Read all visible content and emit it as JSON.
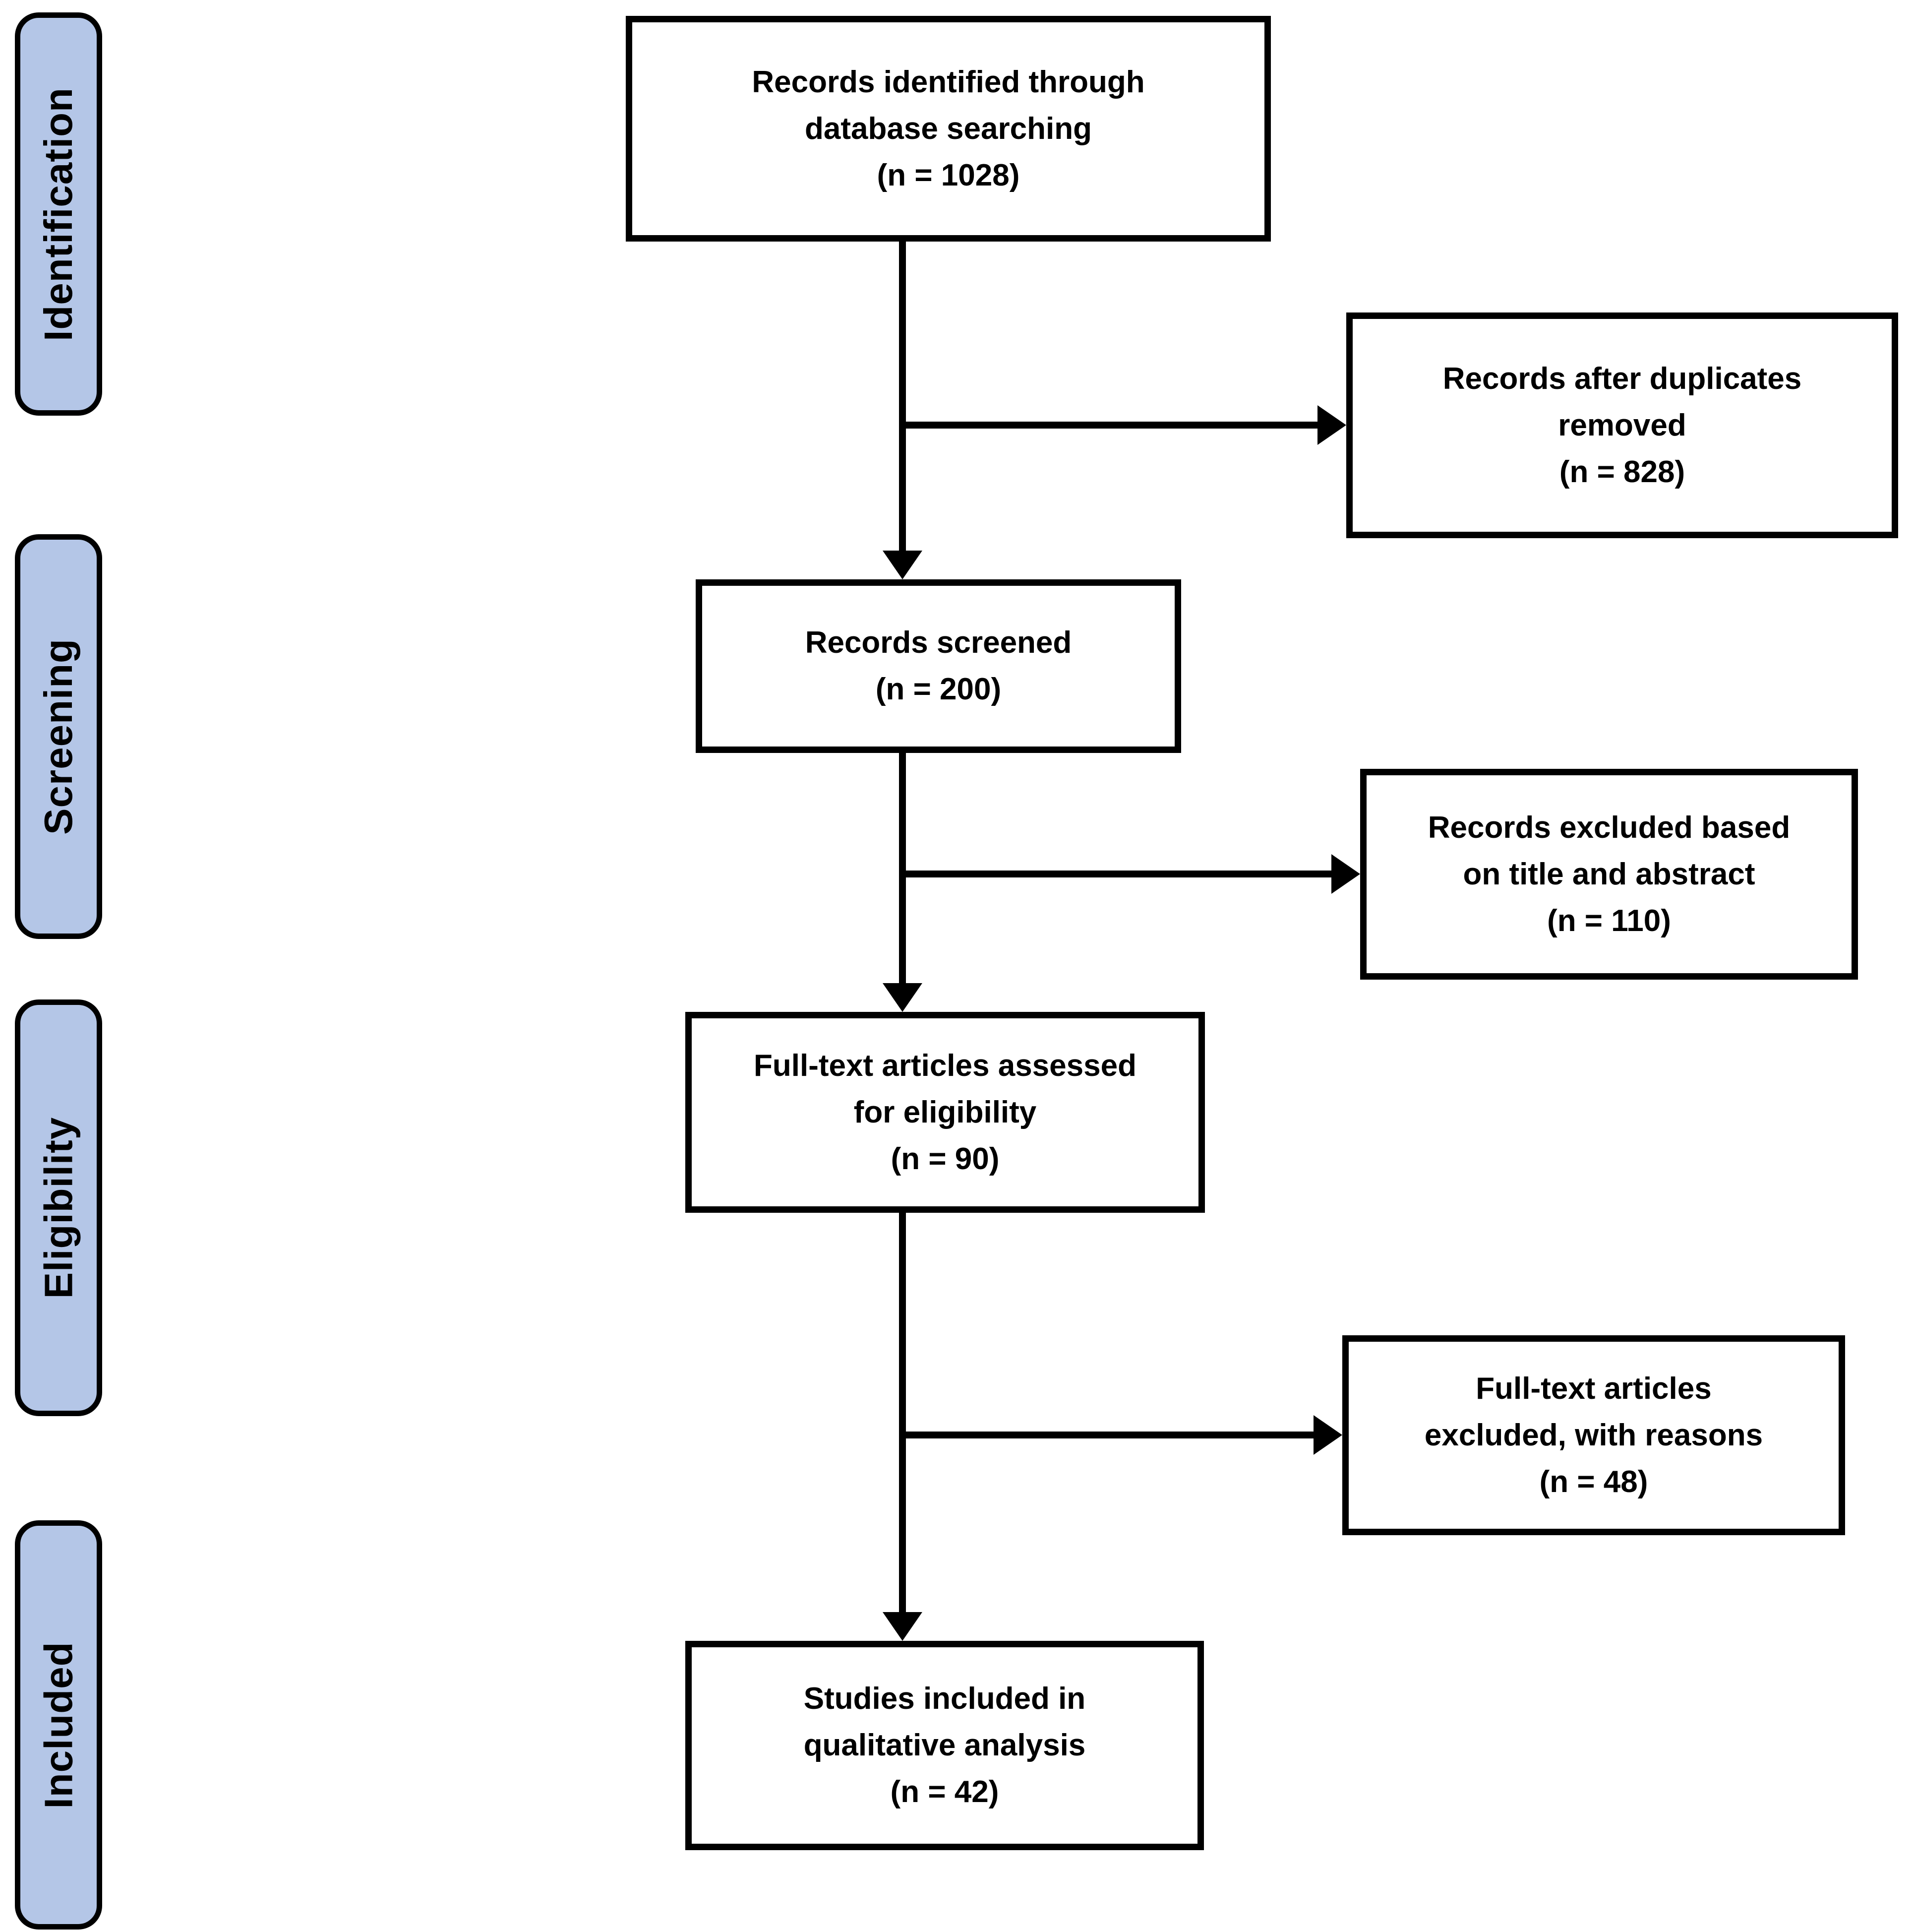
{
  "colors": {
    "stage_fill": "#b4c6e7",
    "stage_border": "#000000",
    "node_border": "#000000",
    "line_color": "#000000",
    "text_color": "#000000",
    "page_bg": "#ffffff"
  },
  "flow": {
    "stages": [
      {
        "id": "identification",
        "label": "Identification"
      },
      {
        "id": "screening",
        "label": "Screening"
      },
      {
        "id": "eligibility",
        "label": "Eligibility"
      },
      {
        "id": "included",
        "label": "Included"
      }
    ],
    "main": [
      {
        "id": "records-identified",
        "text": "Records identified through\ndatabase searching\n(n = 1028)",
        "n": 1028
      },
      {
        "id": "records-screened",
        "text": "Records screened\n(n = 200)",
        "n": 200
      },
      {
        "id": "fulltext-assessed",
        "text": "Full-text articles assessed\nfor eligibility\n(n = 90)",
        "n": 90
      },
      {
        "id": "studies-included",
        "text": "Studies included in\nqualitative analysis\n(n = 42)",
        "n": 42
      }
    ],
    "side": [
      {
        "id": "duplicates-removed",
        "text": "Records after duplicates\nremoved\n(n = 828)",
        "n": 828
      },
      {
        "id": "excluded-title-abstract",
        "text": "Records excluded based\non title and abstract\n(n = 110)",
        "n": 110
      },
      {
        "id": "fulltext-excluded",
        "text": "Full-text articles\nexcluded, with reasons\n(n = 48)",
        "n": 48
      }
    ]
  }
}
